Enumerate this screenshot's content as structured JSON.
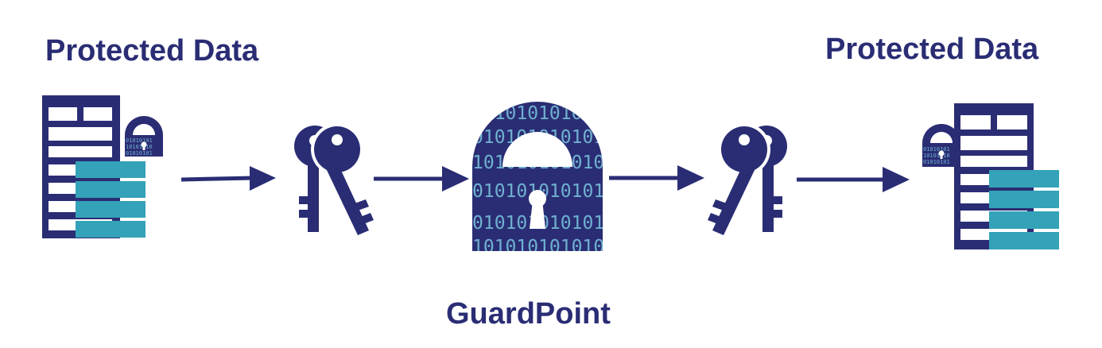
{
  "labels": {
    "source": "Protected Data",
    "destination": "Protected Data",
    "center": "GuardPoint"
  },
  "lock_pattern_text": "1010101010101010",
  "colors": {
    "navy": "#2a2d74",
    "teal": "#34a2b8",
    "pattern": "#6fb0cf",
    "background": "#ffffff"
  },
  "icons": [
    "database-lock-icon",
    "arrow-right-icon",
    "keys-icon",
    "padlock-binary-icon",
    "keys-icon",
    "arrow-right-icon",
    "database-lock-icon"
  ]
}
